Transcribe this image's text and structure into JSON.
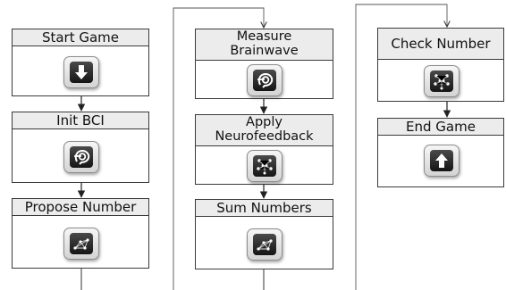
{
  "columns": [
    {
      "nodes": [
        {
          "label_lines": [
            "Start Game"
          ],
          "icon": "arrow-down-icon"
        },
        {
          "label_lines": [
            "Init BCI"
          ],
          "icon": "brainwave-head-icon"
        },
        {
          "label_lines": [
            "Propose Number"
          ],
          "icon": "network-graph-icon"
        }
      ]
    },
    {
      "nodes": [
        {
          "label_lines": [
            "Measure",
            "Brainwave"
          ],
          "icon": "brainwave-head-icon"
        },
        {
          "label_lines": [
            "Apply",
            "Neurofeedback"
          ],
          "icon": "cluster-nodes-icon"
        },
        {
          "label_lines": [
            "Sum Numbers"
          ],
          "icon": "network-graph-icon"
        }
      ]
    },
    {
      "nodes": [
        {
          "label_lines": [
            "Check Number"
          ],
          "icon": "cluster-nodes-icon"
        },
        {
          "label_lines": [
            "End Game"
          ],
          "icon": "arrow-up-icon"
        }
      ]
    }
  ]
}
